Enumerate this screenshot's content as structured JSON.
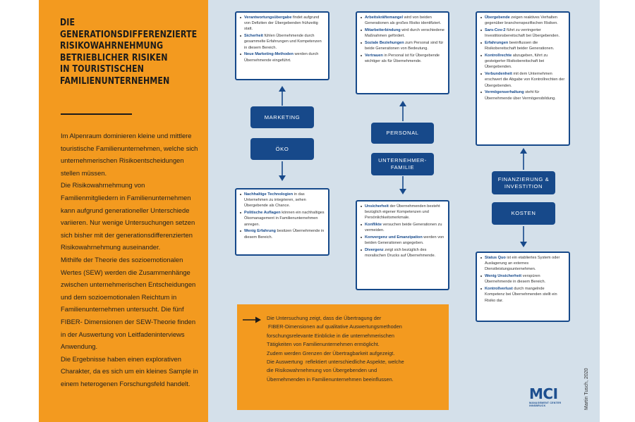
{
  "title_lines": [
    "Die",
    "generationsdifferenzierte",
    "Risikowahrnehmung",
    "betrieblicher Risiken",
    "in touristischen",
    "Familienunternehmen"
  ],
  "intro_paragraphs": [
    "Im Alpenraum dominieren kleine und mittlere touristische Familienunternehmen, welche sich unternehmerischen Risikoentscheidungen stellen müssen.",
    "Die Risikowahrnehmung von Familienmitgliedern in Familienunternehmen kann aufgrund generationeller Unterschiede variieren. Nur wenige Untersuchungen setzen sich bisher mit der generationsdifferenzierten Risikowahrnehmung auseinander.",
    "Mithilfe der Theorie des sozioemotionalen Wertes (SEW) werden die Zusammenhänge zwischen unternehmerischen Entscheidungen und dem sozioemotionalen Reichtum in Familienunternehmen untersucht. Die fünf FIBER- Dimensionen der SEW-Theorie finden in der Auswertung von Leitfadeninterviews Anwendung.",
    "Die Ergebnisse haben einen explorativen Charakter, da es sich um ein kleines Sample in einem heterogenen Forschungsfeld handelt."
  ],
  "dimensions": {
    "marketing": "Marketing",
    "oeko": "Öko",
    "personal": "Personal",
    "unternehmerfamilie_line1": "Unternehmer-",
    "unternehmerfamilie_line2": "familie",
    "finanzierung_line1": "Finanzierung &",
    "finanzierung_line2": "Investition",
    "kosten": "Kosten"
  },
  "boxes": {
    "marketing": [
      {
        "bold": "Verantwortungsübergabe",
        "text": " findet aufgrund von Defiziten der Übergebenden frühzeitig statt."
      },
      {
        "bold": "Sicherheit",
        "text": " fühlen Übernehmende durch gesammelte Erfahrungen und Kompetenzen in diesem Bereich."
      },
      {
        "bold": "Neue Marketing-Methoden",
        "text": " werden durch Übernehmende eingeführt."
      }
    ],
    "oeko": [
      {
        "bold": "Nachhaltige Technologien",
        "text": " in das Unternehmen zu integrieren, sehen Übergebende als Chance."
      },
      {
        "bold": "Politische Auflagen",
        "text": " können ein nachhaltiges Ökomanagement in Familienunternehmen anregen."
      },
      {
        "bold": "Wenig Erfahrung",
        "text": " besitzen Übernehmende in diesem Bereich."
      }
    ],
    "personal": [
      {
        "bold": "Arbeitskräftemangel",
        "text": " wird von beiden Generationen als großes Risiko identifiziert."
      },
      {
        "bold": "Mitarbeiterbindung",
        "text": " wird durch verschiedene Maßnahmen gefördert."
      },
      {
        "bold": "Soziale Beziehungen",
        "text": " zum Personal sind für beide Generationen von Bedeutung."
      },
      {
        "bold": "Vertrauen",
        "text": " in Personal ist für Übergebende wichtiger als für Übernehmende."
      }
    ],
    "unternehmerfamilie": [
      {
        "bold": "Unsicherheit",
        "text": " der Übernehmenden besteht bezüglich eigener Kompetenzen und Persönlichkeitsmerkmale."
      },
      {
        "bold": "Konflikte",
        "text": " versuchen beide Generationen zu vermeiden."
      },
      {
        "bold": "Konvergenz und Emanzipation",
        "text": " werden von beiden Generationen angegeben."
      },
      {
        "bold": "Divergenz",
        "text": " zeigt sich bezüglich des moralischen Drucks auf Übernehmende."
      }
    ],
    "finanzierung": [
      {
        "bold": "Übergebende",
        "text": " zeigen reaktives Verhalten gegenüber branchenspezifischen Risiken."
      },
      {
        "bold": "Sars-Cov-2",
        "text": " führt zu verringerter Investitionsbereitschaft bei Übergebenden."
      },
      {
        "bold": "Erfahrungen",
        "text": " beeinflussen die Risikobereitschaft beider Generationen."
      },
      {
        "bold": "Kontrollrechte",
        "text": " abzugeben, führt zu gesteigerter Risikobereitschaft bei Übergebenden."
      },
      {
        "bold": "Verbundenheit",
        "text": " mit dem Unternehmen erschwert die Abgabe von Kontrollrechten der Übergebenden."
      },
      {
        "bold": "Vermögenserhaltung",
        "text": " steht für Übernehmende über Vermögensbildung."
      }
    ],
    "kosten": [
      {
        "bold": "Status Quo",
        "text": " ist ein etabliertes System oder Auslagerung an externes Dienstleistungsunternehmen."
      },
      {
        "bold": "Wenig Unsicherheit",
        "text": " verspüren Übernehmende in diesem Bereich."
      },
      {
        "bold": "Kontrollverlust",
        "text": " durch mangelnde Kompetenz bei Übernehmenden stellt ein Risiko dar."
      }
    ]
  },
  "finding_lines": [
    "Die Untersuchung zeigt, dass die Übertragung der",
    " FIBER-Dimensionen auf qualitative Auswertungsmethoden",
    "forschungsrelevante Einblicke in die unternehmerischen",
    "Tätigkeiten von Familienunternehmen ermöglicht.",
    "Zudem werden Grenzen der Übertragbarkeit aufgezeigt.",
    "Die Auswertung  reflektiert unterschiedliche Aspekte, welche",
    "die Risikowahrnehmung von Übergebenden und",
    "Übernehmenden in Familienunternehmen beeinflussen."
  ],
  "logo": {
    "main": "MCI",
    "sub_line1": "MANAGEMENT CENTER",
    "sub_line2": "INNSBRUCK"
  },
  "credit": "Martin Tusch, 2020",
  "colors": {
    "orange": "#f39a1f",
    "navy": "#17498a",
    "panel": "#d4e0ea"
  }
}
